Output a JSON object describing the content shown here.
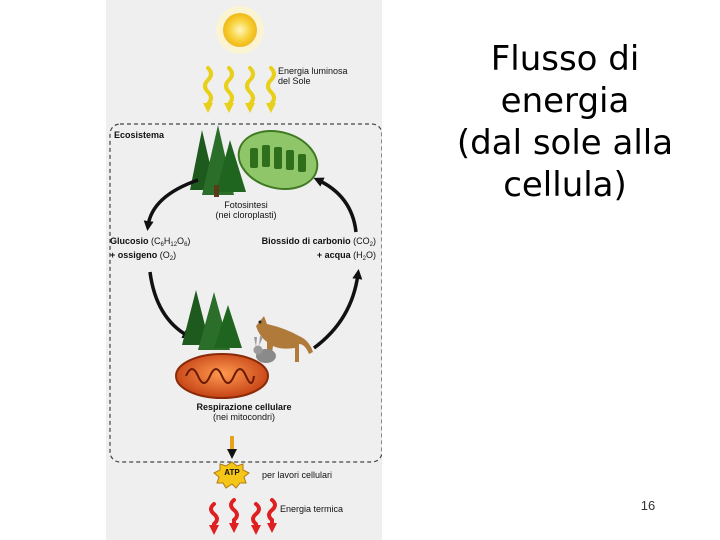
{
  "title_lines": [
    "Flusso di",
    "energia",
    "(dal sole alla",
    "cellula)"
  ],
  "page_number": "16",
  "figure": {
    "sun_energy": [
      "Energia luminosa",
      "del Sole"
    ],
    "ecosystem": "Ecosistema",
    "photosynthesis": {
      "name": "Fotosintesi",
      "location": "(nei cloroplasti)"
    },
    "glucose": {
      "label": "Glucosio",
      "oxygen": "+ ossigeno"
    },
    "co2": {
      "label": "Biossido di carbonio",
      "water": "+ acqua"
    },
    "respiration": {
      "name": "Respirazione cellulare",
      "location": "(nei mitocondri)"
    },
    "atp": {
      "badge": "ATP",
      "use": "per lavori cellulari"
    },
    "heat": "Energia termica"
  },
  "colors": {
    "figure_background": "#efefef",
    "sun": "#f5c518",
    "light_wave": "#e8d01a",
    "heat_wave": "#e02020",
    "atp_arrow": "#e6a21c",
    "mitochondrion": "#e05a1a",
    "chloroplast": "#4c8a2a"
  }
}
